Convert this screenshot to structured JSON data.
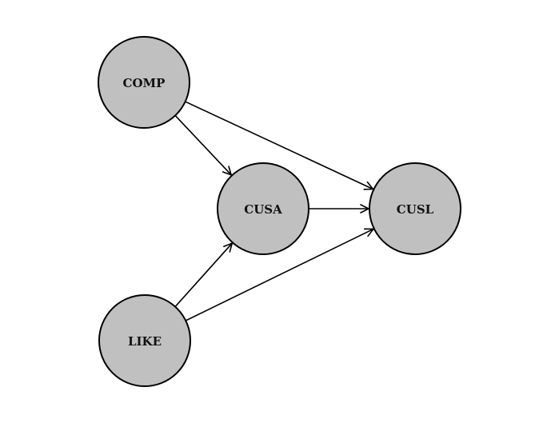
{
  "diagram": {
    "type": "path-model",
    "node_fill": "#c0c0c0",
    "stroke_color": "#000000",
    "nodes": [
      {
        "id": "COMP",
        "label": "COMP"
      },
      {
        "id": "CUSA",
        "label": "CUSA"
      },
      {
        "id": "CUSL",
        "label": "CUSL"
      },
      {
        "id": "LIKE",
        "label": "LIKE"
      }
    ],
    "edges": [
      {
        "from": "COMP",
        "to": "CUSA"
      },
      {
        "from": "COMP",
        "to": "CUSL"
      },
      {
        "from": "CUSA",
        "to": "CUSL"
      },
      {
        "from": "LIKE",
        "to": "CUSA"
      },
      {
        "from": "LIKE",
        "to": "CUSL"
      }
    ]
  }
}
